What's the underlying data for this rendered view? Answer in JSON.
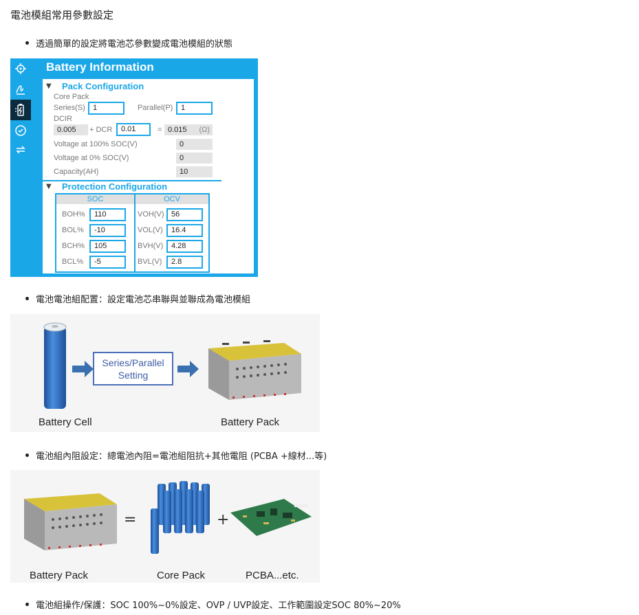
{
  "page_title": "電池模組常用參數設定",
  "bullets": [
    "透過簡單的設定將電池芯參數變成電池模組的狀態",
    "電池電池組配置：設定電池芯串聯與並聯成為電池模組",
    "電池組內阻設定：總電池內阻=電池組阻抗+其他電阻 (PCBA +線材...等)",
    "電池組操作/保護：SOC 100%~0%設定、OVP / UVP設定、工作範圍設定SOC 80%~20%"
  ],
  "panel": {
    "title": "Battery Information",
    "sidebar_icons": [
      "crosshair-icon",
      "signature-icon",
      "battery-icon",
      "gauge-icon",
      "swap-icon"
    ],
    "pack": {
      "title": "Pack Configuration",
      "core_pack_label": "Core Pack",
      "series_label": "Series(S)",
      "series_value": "1",
      "parallel_label": "Parallel(P)",
      "parallel_value": "1",
      "dcir_label": "DCIR",
      "dcir_value": "0.005",
      "plus_dcr_label": "+ DCR",
      "dcr_value": "0.01",
      "equals": "=",
      "total_value": "0.015",
      "unit": "(Ω)",
      "v100_label": "Voltage at 100% SOC(V)",
      "v100_value": "0",
      "v0_label": "Voltage at 0% SOC(V)",
      "v0_value": "0",
      "capacity_label": "Capacity(AH)",
      "capacity_value": "10"
    },
    "protection": {
      "title": "Protection Configuration",
      "soc_header": "SOC",
      "ocv_header": "OCV",
      "soc_rows": [
        {
          "label": "BOH%",
          "value": "110"
        },
        {
          "label": "BOL%",
          "value": "-10"
        },
        {
          "label": "BCH%",
          "value": "105"
        },
        {
          "label": "BCL%",
          "value": "-5"
        }
      ],
      "ocv_rows": [
        {
          "label": "VOH(V)",
          "value": "56"
        },
        {
          "label": "VOL(V)",
          "value": "16.4"
        },
        {
          "label": "BVH(V)",
          "value": "4.28"
        },
        {
          "label": "BVL(V)",
          "value": "2.8"
        }
      ]
    }
  },
  "figure1": {
    "setting_line1": "Series/Parallel",
    "setting_line2": "Setting",
    "cell_caption": "Battery Cell",
    "pack_caption": "Battery Pack"
  },
  "figure2": {
    "pack_caption": "Battery Pack",
    "core_caption": "Core Pack",
    "pcba_caption": "PCBA...etc.",
    "equals": "=",
    "plus": "+"
  },
  "colors": {
    "accent": "#1aa7e8",
    "sidebar_active": "#0b2b3f",
    "cell_blue": "#2f6fc0",
    "arrow_blue": "#3a6fb0"
  }
}
